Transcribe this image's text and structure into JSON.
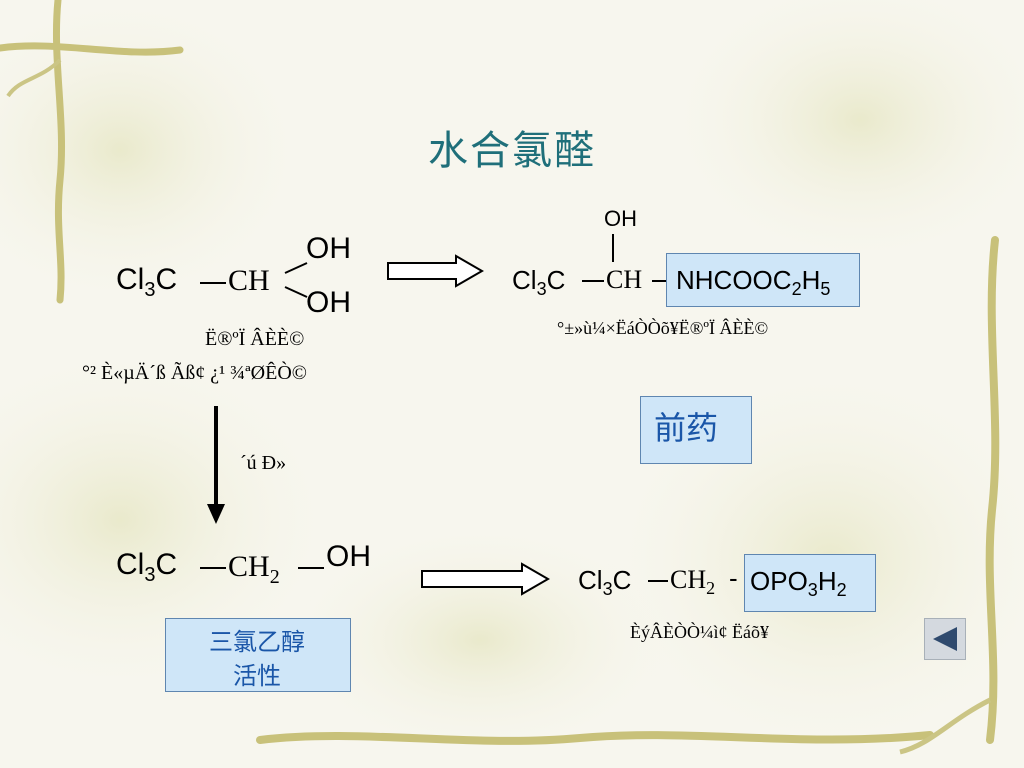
{
  "title": "水合氯醛",
  "top_left": {
    "prefix": "Cl3C",
    "middle": "CH",
    "oh_top": "OH",
    "oh_bottom": "OH",
    "caption_line1": "Ë®ºÏ ÂÈÈ©",
    "caption_line2": "°² È«µÄ´ß Ãß¢ ¿¹ ¾ªØÊÒ©"
  },
  "top_right": {
    "oh": "OH",
    "prefix": "Cl3C",
    "middle": "CH",
    "suffix": "NHCOOC2H5",
    "caption": "°±»ù¼×ËáÒÒõ¥Ë®ºÏ ÂÈÈ©",
    "box_label": "前药"
  },
  "arrow_label": "´ú Ð»",
  "bottom_left": {
    "prefix": "Cl3C",
    "middle": "CH2",
    "suffix": "OH",
    "box_line1": "三氯乙醇",
    "box_line2": "活性"
  },
  "bottom_right": {
    "prefix": "Cl3C",
    "middle": "CH2",
    "suffix": "OPO3H2",
    "caption": "ÈýÂÈÒÒ¼ì¢ Ëáõ¥"
  },
  "colors": {
    "title": "#1f6f7a",
    "box_fill": "#cfe6f8",
    "box_border": "#5f86b0"
  },
  "nav": {
    "icon": "back-triangle-icon"
  }
}
